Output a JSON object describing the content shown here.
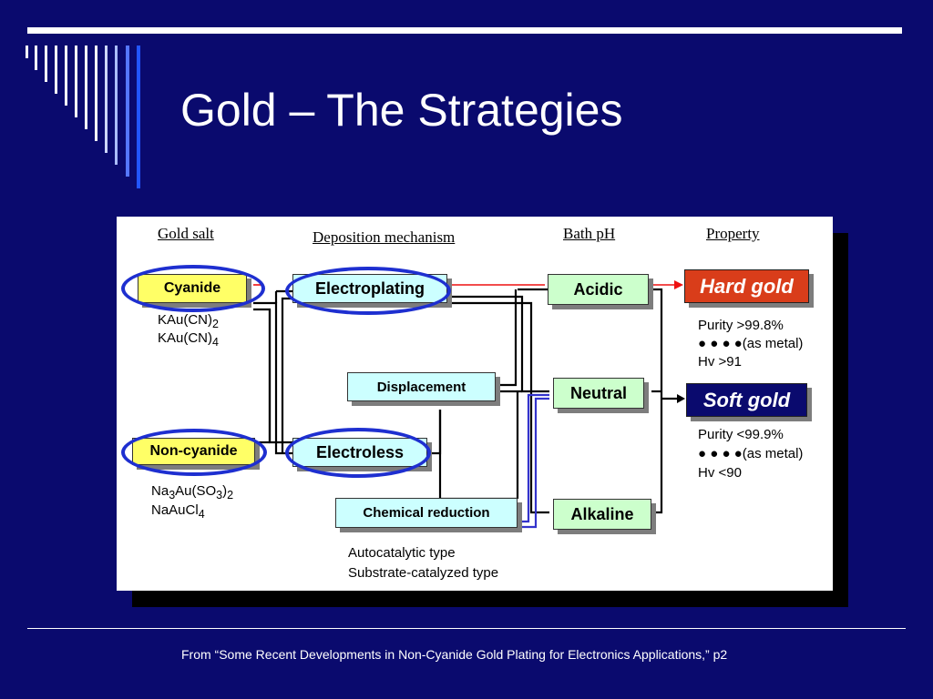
{
  "slide": {
    "title": "Gold – The Strategies",
    "citation": "From “Some Recent Developments in Non-Cyanide Gold Plating for Electronics Applications,” p2"
  },
  "figure": {
    "headers": {
      "gold_salt": "Gold salt",
      "deposition": "Deposition mechanism",
      "bath_ph": "Bath pH",
      "property": "Property"
    },
    "salts": {
      "cyanide": "Cyanide",
      "cyanide_f1_a": "KAu(CN)",
      "cyanide_f1_b": "2",
      "cyanide_f2_a": "KAu(CN)",
      "cyanide_f2_b": "4",
      "noncyanide": "Non-cyanide",
      "nc_f1_a": "Na",
      "nc_f1_b": "3",
      "nc_f1_c": "Au(SO",
      "nc_f1_d": "3",
      "nc_f1_e": ")",
      "nc_f1_f": "2",
      "nc_f2_a": "NaAuCl",
      "nc_f2_b": "4"
    },
    "mechanisms": {
      "electroplating": "Electroplating",
      "displacement": "Displacement",
      "electroless": "Electroless",
      "chemical_reduction": "Chemical reduction",
      "autocatalytic": "Autocatalytic type",
      "substrate": "Substrate-catalyzed type"
    },
    "ph": {
      "acidic": "Acidic",
      "neutral": "Neutral",
      "alkaline": "Alkaline"
    },
    "properties": {
      "hard": {
        "label": "Hard gold",
        "color": "#d93d1a",
        "purity": "Purity >99.8%",
        "metal": "● ● ● ●(as metal)",
        "hv": "Hv >91"
      },
      "soft": {
        "label": "Soft gold",
        "color": "#0a0a6e",
        "purity": "Purity <99.9%",
        "metal": "● ● ● ●(as metal)",
        "hv": "Hv <90"
      }
    }
  },
  "colors": {
    "background": "#0a0a6e",
    "highlight_ring": "#1e2fd0",
    "red_path": "#ee1111",
    "blue_path": "#3333cc"
  }
}
